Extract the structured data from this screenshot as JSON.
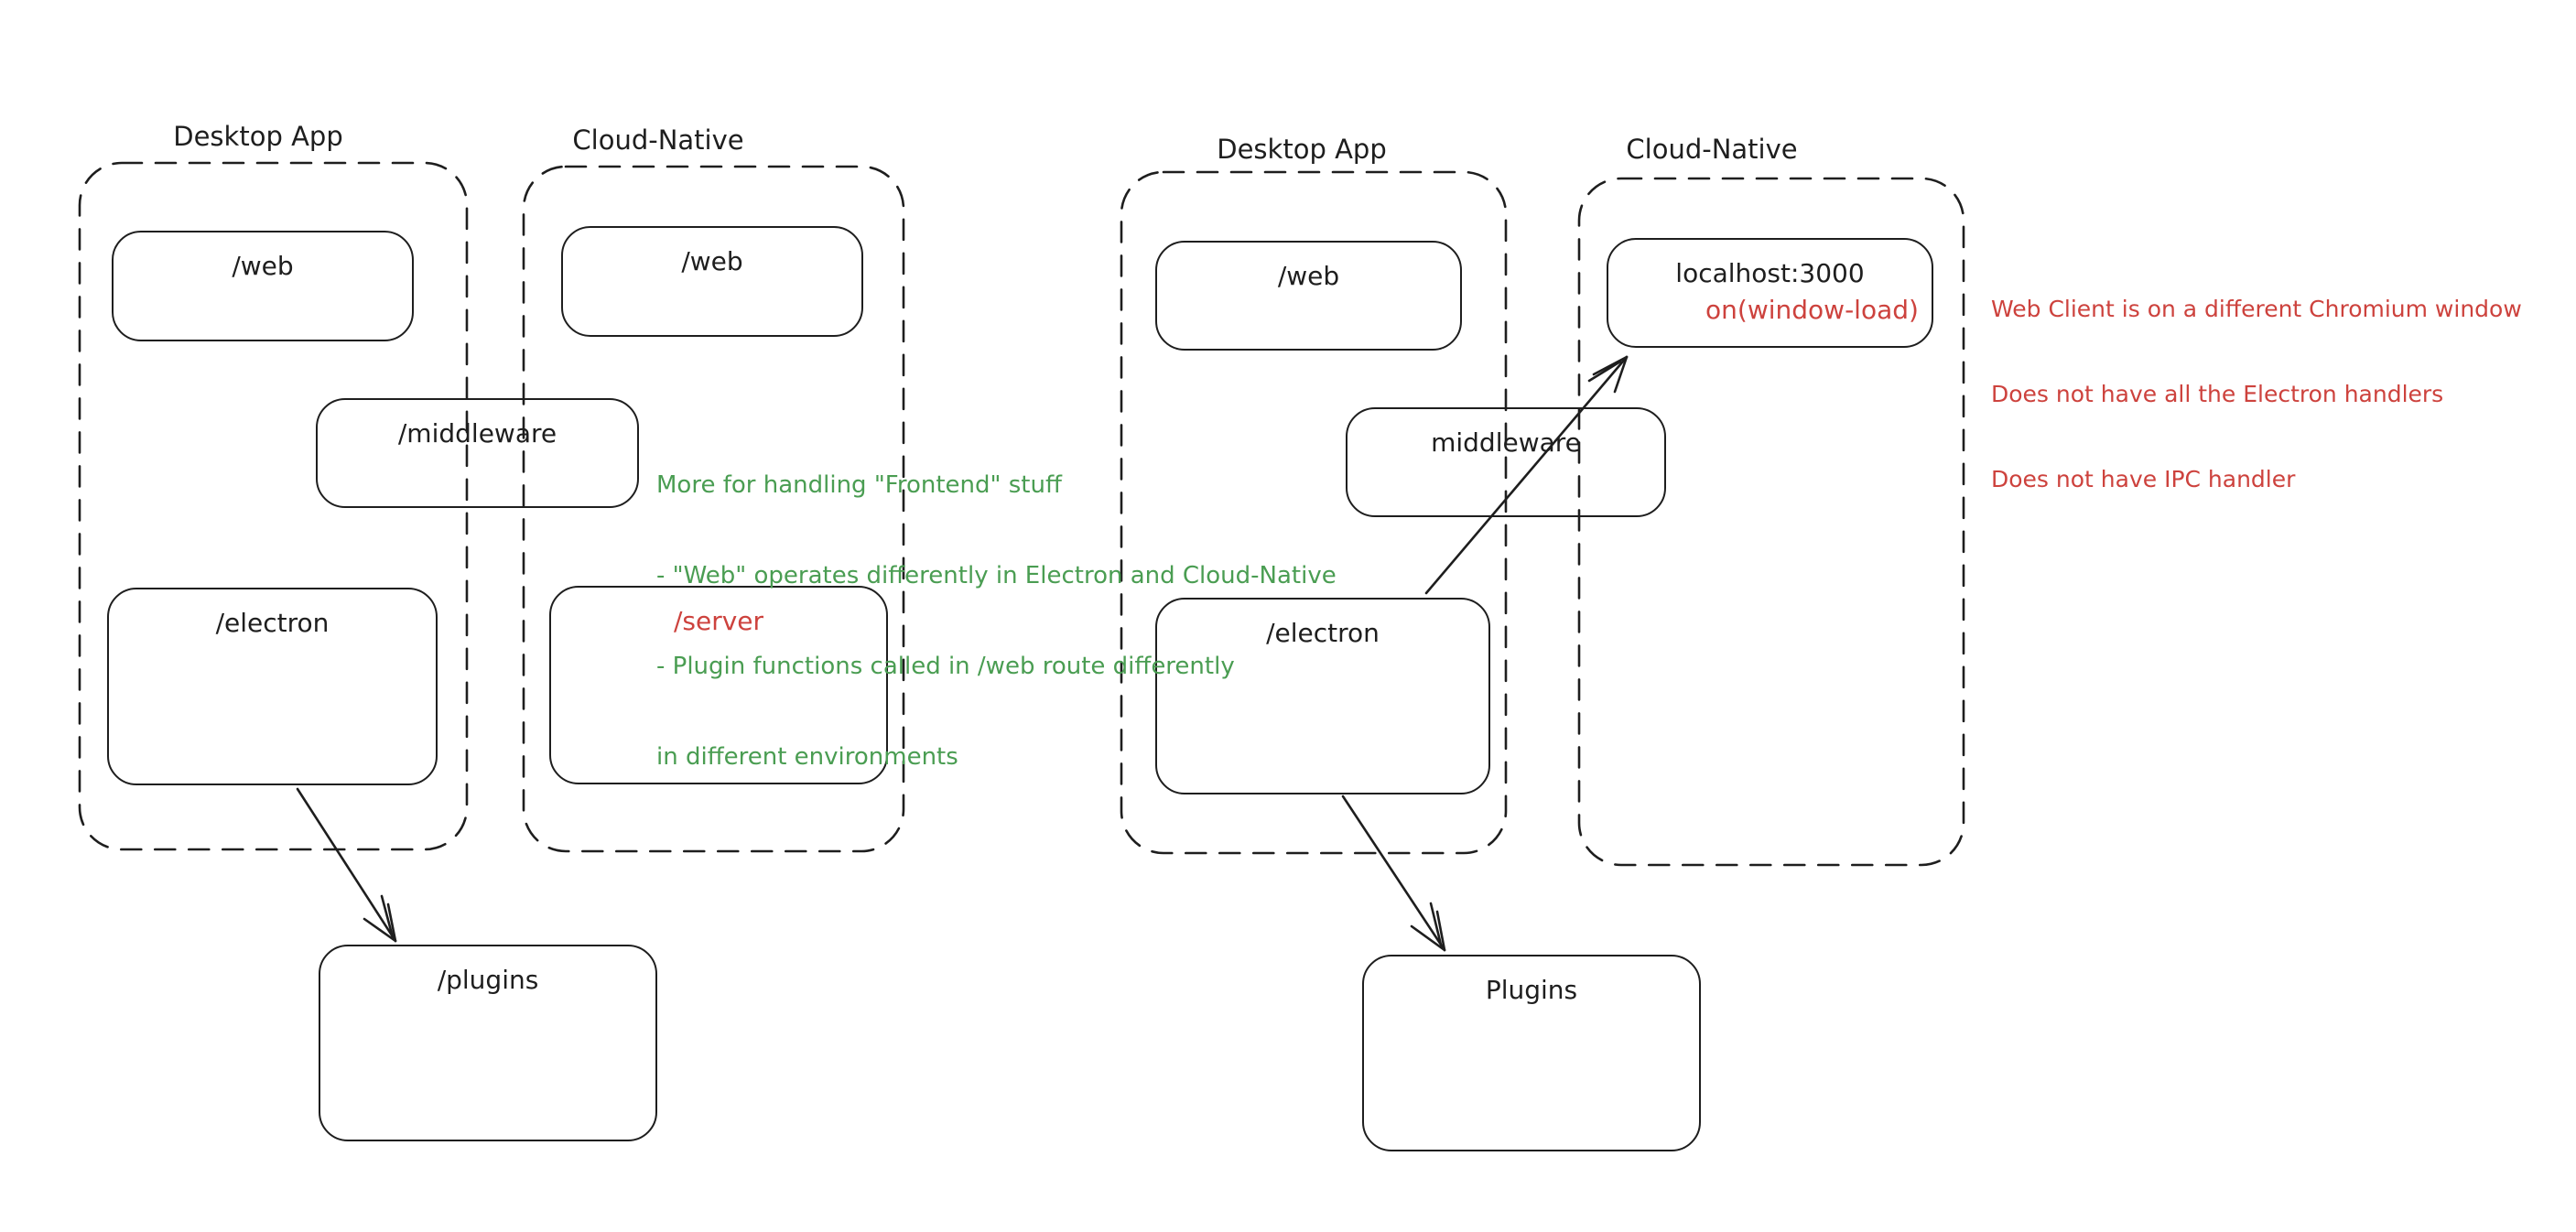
{
  "left": {
    "desktop": {
      "title": "Desktop App",
      "web": "/web",
      "electron": "/electron"
    },
    "cloud": {
      "title": "Cloud-Native",
      "web": "/web",
      "server": "/server"
    },
    "middleware": "/middleware",
    "plugins": "/plugins",
    "note_lines": [
      "More for handling \"Frontend\" stuff",
      "- \"Web\" operates differently in Electron and Cloud-Native",
      "- Plugin functions called in /web route differently",
      "in different environments"
    ]
  },
  "right": {
    "desktop": {
      "title": "Desktop App",
      "web": "/web",
      "electron": "/electron"
    },
    "cloud": {
      "title": "Cloud-Native",
      "localhost": "localhost:3000",
      "on_window_load": "on(window-load)"
    },
    "middleware": "middleware",
    "plugins": "Plugins",
    "note_lines": [
      "Web Client is on a different Chromium window",
      "Does not have all the Electron handlers",
      "Does not have IPC handler"
    ]
  },
  "colors": {
    "stroke": "#1e1e1e",
    "accent_red": "#cd423d",
    "accent_green": "#4a9d52",
    "background": "#ffffff"
  }
}
